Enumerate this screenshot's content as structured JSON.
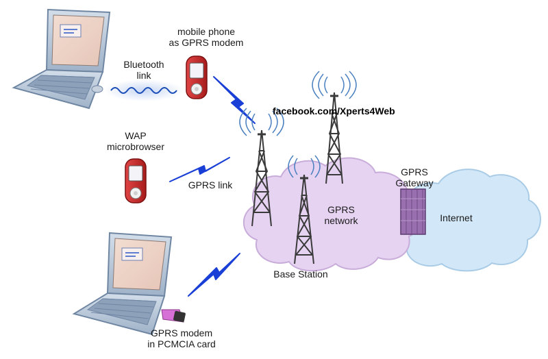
{
  "labels": {
    "phone_modem": [
      "mobile phone",
      "as GPRS modem"
    ],
    "bluetooth": [
      "Bluetooth",
      "link"
    ],
    "wap": [
      "WAP",
      "microbrowser"
    ],
    "gprs_link": "GPRS link",
    "gprs_network": [
      "GPRS",
      "network"
    ],
    "gateway": [
      "GPRS",
      "Gateway"
    ],
    "internet": "Internet",
    "base_station": "Base Station",
    "pcmcia": [
      "GPRS modem",
      "in PCMCIA card"
    ]
  },
  "watermark": "facebook.com/Xperts4Web",
  "colors": {
    "link": "#1a3fd6",
    "gprs_cloud": "#e6d3f2",
    "internet_cloud": "#d2e8f8",
    "laptop_body": "#b9c8db",
    "phone_red": "#cc2a2a",
    "gateway": "#9a6fb0",
    "tower": "#3a3a3a"
  }
}
